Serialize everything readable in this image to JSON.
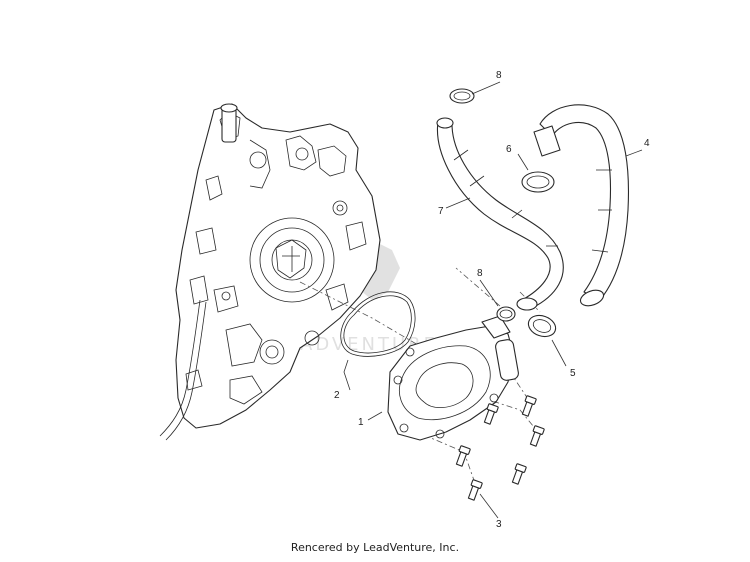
{
  "callouts": {
    "c1": "1",
    "c2": "2",
    "c3": "3",
    "c4": "4",
    "c5": "5",
    "c6": "6",
    "c7": "7",
    "c8_top": "8",
    "c8_mid": "8"
  },
  "watermark": {
    "text": "ADVENTURE"
  },
  "footer": {
    "credit": "Rencered by LeadVenture, Inc."
  }
}
